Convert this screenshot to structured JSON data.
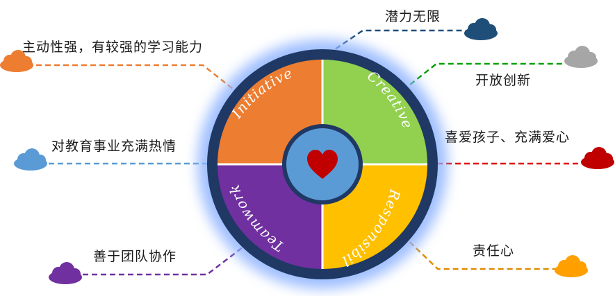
{
  "segments": [
    {
      "key": "initiative",
      "word": "Initiative",
      "color": "#ed7d31"
    },
    {
      "key": "creative",
      "word": "Creative",
      "color": "#92d050"
    },
    {
      "key": "responsibility",
      "word": "Responsibility",
      "color": "#ffc000"
    },
    {
      "key": "teamwork",
      "word": "Teamwork",
      "color": "#7030a0"
    }
  ],
  "center": {
    "icon": "heart-icon",
    "fill": "#5b9bd5",
    "heart_color": "#c00000"
  },
  "ring": {
    "color": "#1f3864",
    "glow": "#8fb4ff"
  },
  "labels": {
    "initiative": "主动性强，有较强的学习能力",
    "potential": "潜力无限",
    "creative": "开放创新",
    "love": "喜爱孩子、充满爱心",
    "passion": "对教育事业充满热情",
    "teamwork": "善于团队协作",
    "responsibility": "责任心"
  },
  "clouds": {
    "initiative": {
      "icon": "cloud-icon",
      "color": "#ed7d31"
    },
    "potential": {
      "icon": "cloud-icon",
      "color": "#1f4e79"
    },
    "creative": {
      "icon": "cloud-icon",
      "color": "#a6a6a6"
    },
    "love": {
      "icon": "cloud-icon",
      "color": "#c00000"
    },
    "passion": {
      "icon": "cloud-icon",
      "color": "#5b9bd5"
    },
    "teamwork": {
      "icon": "cloud-icon",
      "color": "#7030a0"
    },
    "responsibility": {
      "icon": "cloud-icon",
      "color": "#ffa000"
    }
  },
  "connectors": {
    "initiative": "#ed7d31",
    "potential": "#1f4e79",
    "creative": "#00a000",
    "love": "#e00000",
    "passion": "#5b9bd5",
    "teamwork": "#7030a0",
    "responsibility": "#e08a00"
  }
}
